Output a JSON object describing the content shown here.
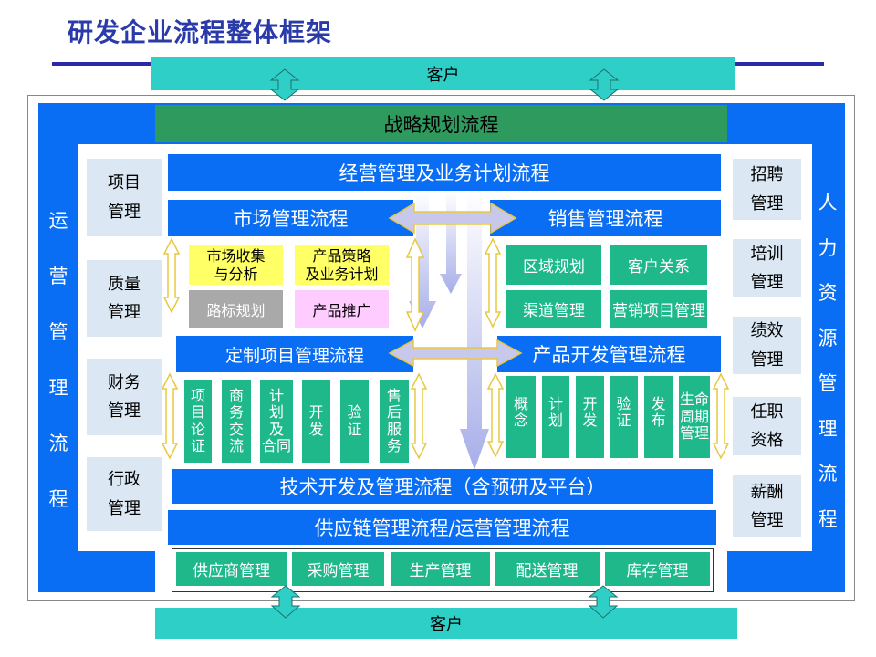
{
  "title": "研发企业流程整体框架",
  "customer_top": "客户",
  "customer_bottom": "客户",
  "strategy": "战略规划流程",
  "operations": "经营管理及业务计划流程",
  "left_vertical": [
    "运",
    "营",
    "管",
    "理",
    "流",
    "程"
  ],
  "right_vertical": [
    "人",
    "力",
    "资",
    "源",
    "管",
    "理",
    "流",
    "程"
  ],
  "left_items": [
    {
      "line1": "项目",
      "line2": "管理"
    },
    {
      "line1": "质量",
      "line2": "管理"
    },
    {
      "line1": "财务",
      "line2": "管理"
    },
    {
      "line1": "行政",
      "line2": "管理"
    }
  ],
  "right_items": [
    {
      "line1": "招聘",
      "line2": "管理"
    },
    {
      "line1": "培训",
      "line2": "管理"
    },
    {
      "line1": "绩效",
      "line2": "管理"
    },
    {
      "line1": "任职",
      "line2": "资格"
    },
    {
      "line1": "薪酬",
      "line2": "管理"
    }
  ],
  "market": {
    "title": "市场管理流程",
    "collect": {
      "line1": "市场收集",
      "line2": "与分析"
    },
    "strategy": {
      "line1": "产品策略",
      "line2": "及业务计划"
    },
    "roadmap": "路标规划",
    "promotion": "产品推广"
  },
  "sales": {
    "title": "销售管理流程",
    "items": [
      "区域规划",
      "客户关系",
      "渠道管理",
      "营销项目管理"
    ]
  },
  "custom_project": {
    "title": "定制项目管理流程",
    "steps": [
      [
        "项",
        "目",
        "论",
        "证"
      ],
      [
        "商",
        "务",
        "交",
        "流"
      ],
      [
        "计",
        "划",
        "及",
        "合同"
      ],
      [
        "开",
        "发"
      ],
      [
        "验",
        "证"
      ],
      [
        "售",
        "后",
        "服",
        "务"
      ]
    ]
  },
  "product_dev": {
    "title": "产品开发管理流程",
    "steps": [
      [
        "概",
        "念"
      ],
      [
        "计",
        "划"
      ],
      [
        "开",
        "发"
      ],
      [
        "验",
        "证"
      ],
      [
        "发",
        "布"
      ],
      [
        "生命",
        "周期",
        "管理"
      ]
    ]
  },
  "tech": "技术开发及管理流程（含预研及平台）",
  "supply": "供应链管理流程/运营管理流程",
  "supply_items": [
    "供应商管理",
    "采购管理",
    "生产管理",
    "配送管理",
    "库存管理"
  ],
  "colors": {
    "navy": "#2a2aa8",
    "cyan": "#2ecfc7",
    "blue": "#0a6ef5",
    "green": "#2e9a5e",
    "teal": "#1fb88a",
    "yellow": "#ffff66",
    "pink": "#ffccff",
    "gray": "#a9a9a9",
    "side": "#dbe8f4"
  }
}
